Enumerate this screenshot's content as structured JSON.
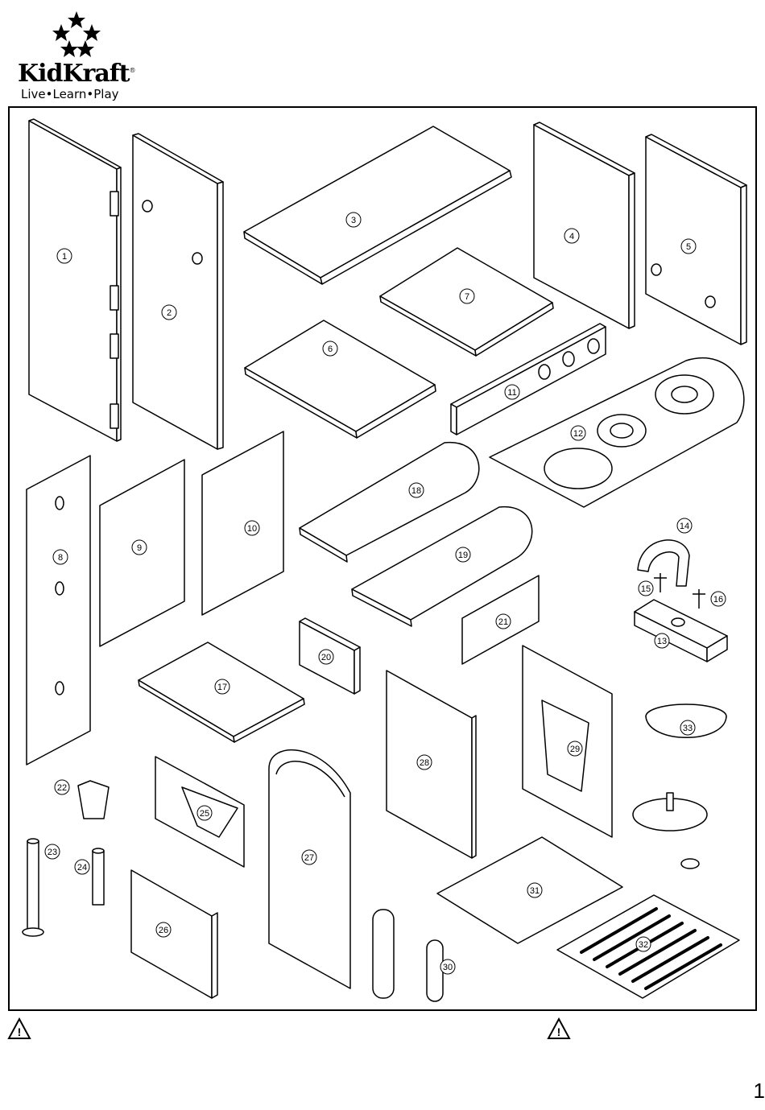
{
  "brand": {
    "name": "KidKraft",
    "registered": "®",
    "tagline": "Live•Learn•Play"
  },
  "part_numbers": [
    "1",
    "2",
    "3",
    "4",
    "5",
    "6",
    "7",
    "8",
    "9",
    "10",
    "11",
    "12",
    "13",
    "14",
    "15",
    "16",
    "17",
    "18",
    "19",
    "20",
    "21",
    "22",
    "23",
    "24",
    "25",
    "26",
    "27",
    "28",
    "29",
    "30",
    "31",
    "32",
    "33"
  ],
  "warning_icon": "warning-triangle-icon",
  "page_number": "1"
}
